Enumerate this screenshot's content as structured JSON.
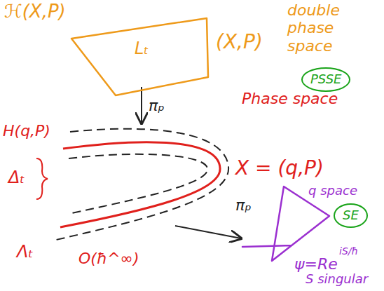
{
  "diagram": {
    "nodes": [
      {
        "text": [
          "Lₜ"
        ]
      },
      {
        "text": [
          "PSSE"
        ]
      },
      {
        "text": [
          "SE"
        ]
      }
    ],
    "labels": [
      "ℋ(X,P)",
      "(X,P)",
      "double phase space",
      "πₚ",
      "Phase space",
      "H(q,P)",
      "X = (q,P)",
      "Δₜ",
      "Λₜ",
      "O(ħ^∞)",
      "πₚ",
      "q space",
      "ψ=Re",
      "iS/ħ",
      "S singular"
    ]
  }
}
